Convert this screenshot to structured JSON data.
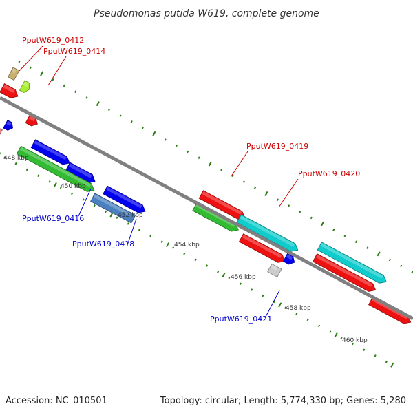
{
  "title": "Pseudomonas putida W619, complete genome",
  "footer": {
    "accession": "Accession: NC_010501",
    "summary": "Topology: circular; Length: 5,774,330 bp; Genes: 5,280"
  },
  "colors": {
    "backbone": "#808080",
    "tick": "#2e7d14",
    "label_top": "#cc0000",
    "label_bottom": "#0000cc"
  },
  "tick_labels": [
    "448 kbp",
    "450 kbp",
    "452 kbp",
    "454 kbp",
    "456 kbp",
    "458 kbp",
    "460 kbp"
  ],
  "gene_labels_top": [
    "PputW619_0412",
    "PputW619_0414",
    "PputW619_0419",
    "PputW619_0420"
  ],
  "gene_labels_bottom": [
    "PputW619_0416",
    "PputW619_0418",
    "PputW619_0421"
  ],
  "feature_colors": [
    "#c8b070",
    "#aaee33",
    "#ee1111",
    "#ee1111",
    "#0000ee",
    "#ee8888",
    "#0000ee",
    "#33bb33",
    "#0000ee",
    "#4a7fc0",
    "#0000ee",
    "#ee1111",
    "#33bb33",
    "#ee1111",
    "#11cccc",
    "#ee1111",
    "#11cccc",
    "#ee1111",
    "#0000ee",
    "#cccccc"
  ]
}
